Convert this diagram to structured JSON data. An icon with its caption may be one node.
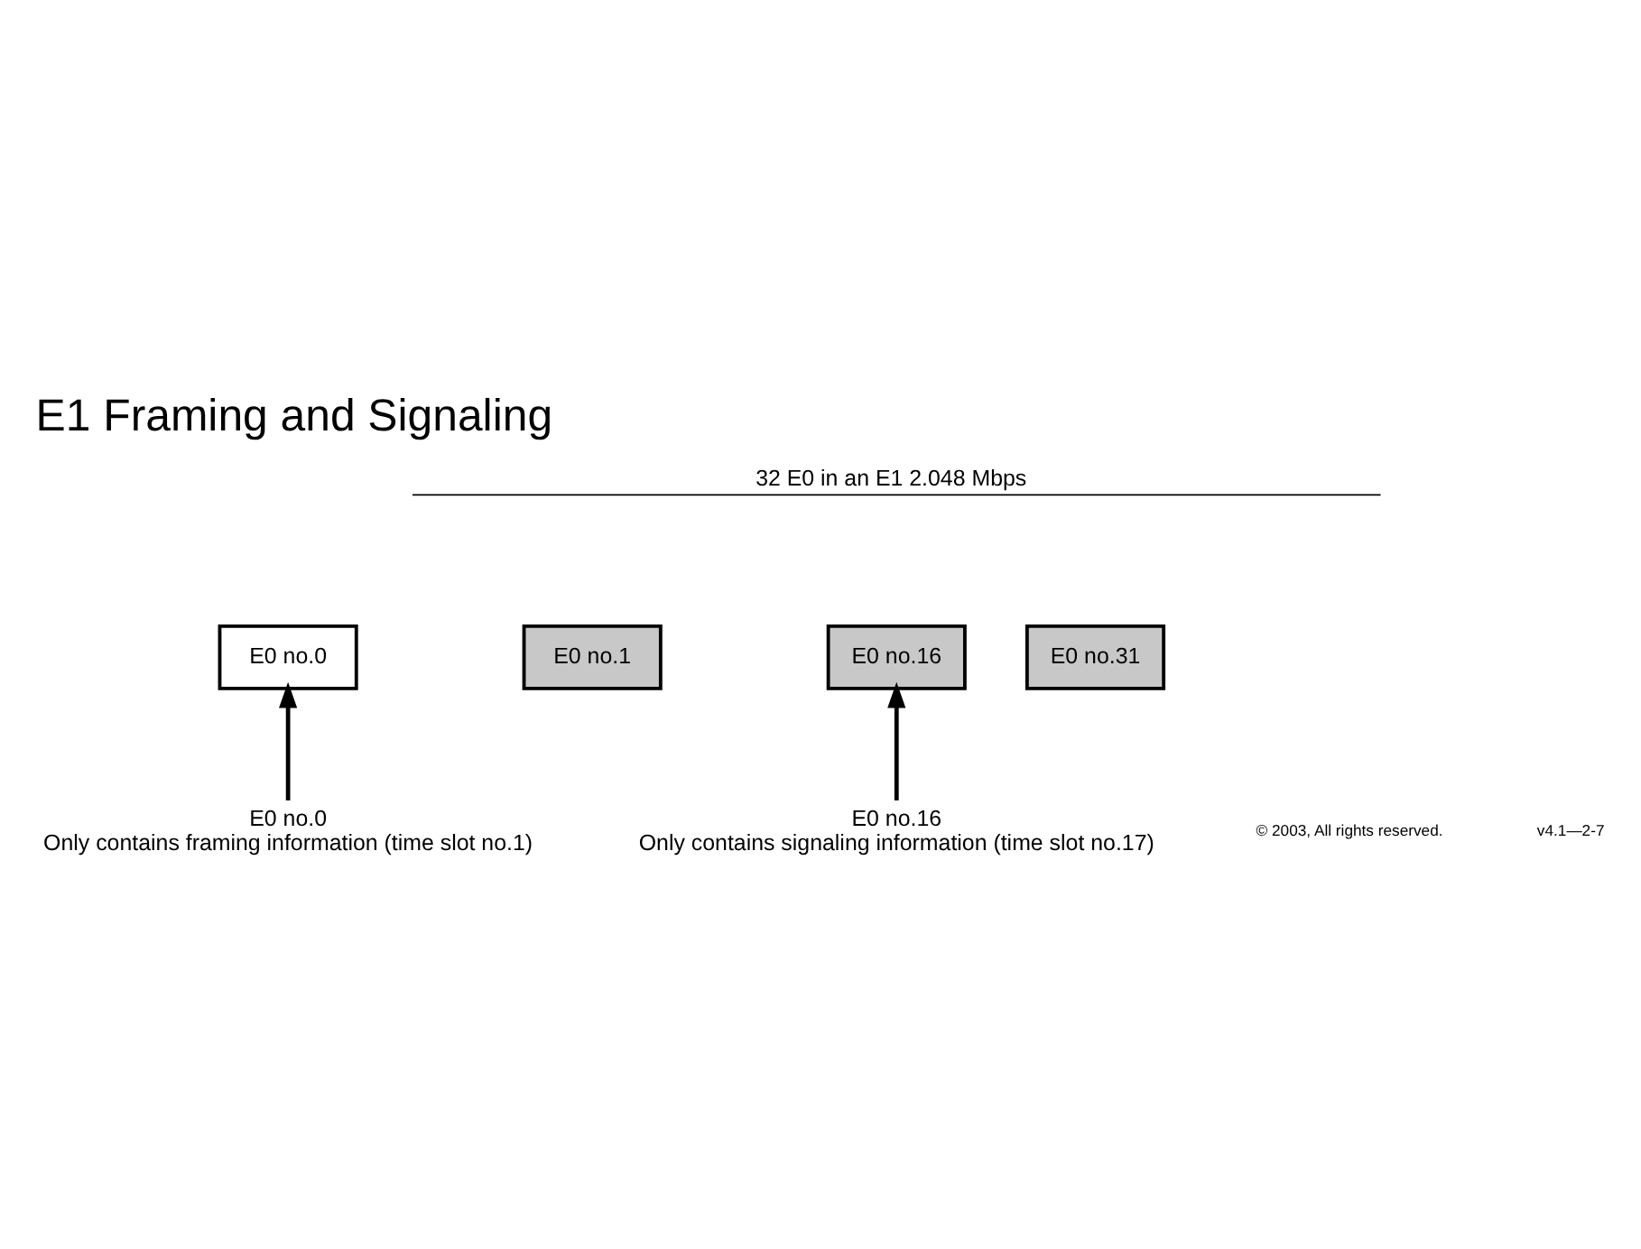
{
  "diagram": {
    "title": "E1 Framing and Signaling",
    "nodes": [
      {
        "text": [
          "E0 no.0"
        ]
      },
      {
        "text": [
          "E0 no.1"
        ]
      },
      {
        "text": [
          "E0 no.16"
        ]
      },
      {
        "text": [
          "E0 no.31"
        ]
      },
      {
        "text": [
          "E0 no.0",
          "Only contains framing information (time slot no.1)"
        ]
      },
      {
        "text": [
          "E0 no.16",
          "Only contains signaling information (time slot no.17)"
        ]
      }
    ],
    "edges": [
      {
        "from": 4,
        "to": 0,
        "arrow": "to"
      },
      {
        "from": 5,
        "to": 2,
        "arrow": "to"
      }
    ],
    "labels": [
      "32 E0 in an E1 2.048 Mbps",
      "© 2003, All rights reserved.",
      "v4.1—2-7"
    ]
  }
}
